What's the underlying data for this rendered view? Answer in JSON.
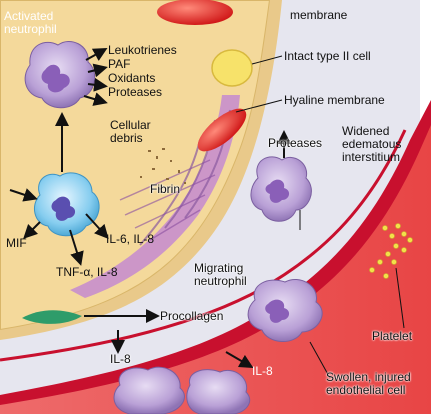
{
  "labels": {
    "activated_neutrophil_1": "Activated",
    "activated_neutrophil_2": "neutrophil",
    "membrane": "membrane",
    "mediators": [
      "Leukotrienes",
      "PAF",
      "Oxidants",
      "Proteases"
    ],
    "intact_type2": "Intact type II cell",
    "hyaline_membrane": "Hyaline membrane",
    "cellular_debris_1": "Cellular",
    "cellular_debris_2": "debris",
    "fibrin": "Fibrin",
    "proteases": "Proteases",
    "widened_1": "Widened",
    "widened_2": "edematous",
    "widened_3": "interstitium",
    "il6_il8": "IL-6, IL-8",
    "mif": "MIF",
    "tnf_il8": "TNF-α, IL-8",
    "migrating_1": "Migrating",
    "migrating_2": "neutrophil",
    "procollagen": "Procollagen",
    "il8_left": "IL-8",
    "il8_right": "IL-8",
    "platelets": "Platelet",
    "swollen_1": "Swollen, injured",
    "swollen_2": "endothelial cell"
  },
  "colors": {
    "alveolus": "#f2d9a0",
    "interstitium": "#e4e4ee",
    "vessel_wall": "#c8102e",
    "blood": "#e83a3a",
    "neutrophil": "#b9a0d6",
    "macrophage": "#7fc6ea",
    "hyaline": "#c48ad0"
  }
}
